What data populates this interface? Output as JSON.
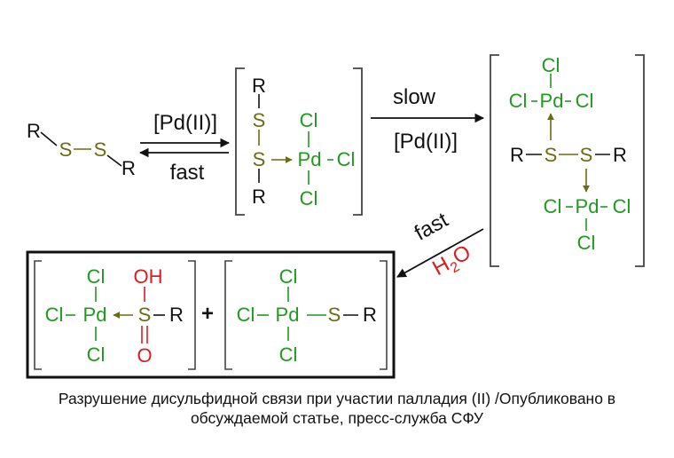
{
  "colors": {
    "black": "#111111",
    "sulfur": "#6b6b14",
    "chlorine": "#1f9a1f",
    "palladium": "#1f9a1f",
    "oxygen": "#d81e1e",
    "bracket": "#444444"
  },
  "atoms": {
    "r": "R",
    "s": "S",
    "cl": "Cl",
    "pd": "Pd",
    "oh": "OH",
    "o": "O"
  },
  "reagents": {
    "pd2_forward": "[Pd(II)]",
    "fast_reverse": "fast",
    "slow": "slow",
    "pd2_step2": "[Pd(II)]",
    "fast_step3": "fast",
    "h": "H",
    "two": "2",
    "o": "O"
  },
  "plus_sign": "+",
  "caption": {
    "line1": "Разрушение дисульфидной связи при участии палладия (II) /Опубликовано в",
    "line2": "обсуждаемой статье, пресс-служба СФУ"
  }
}
